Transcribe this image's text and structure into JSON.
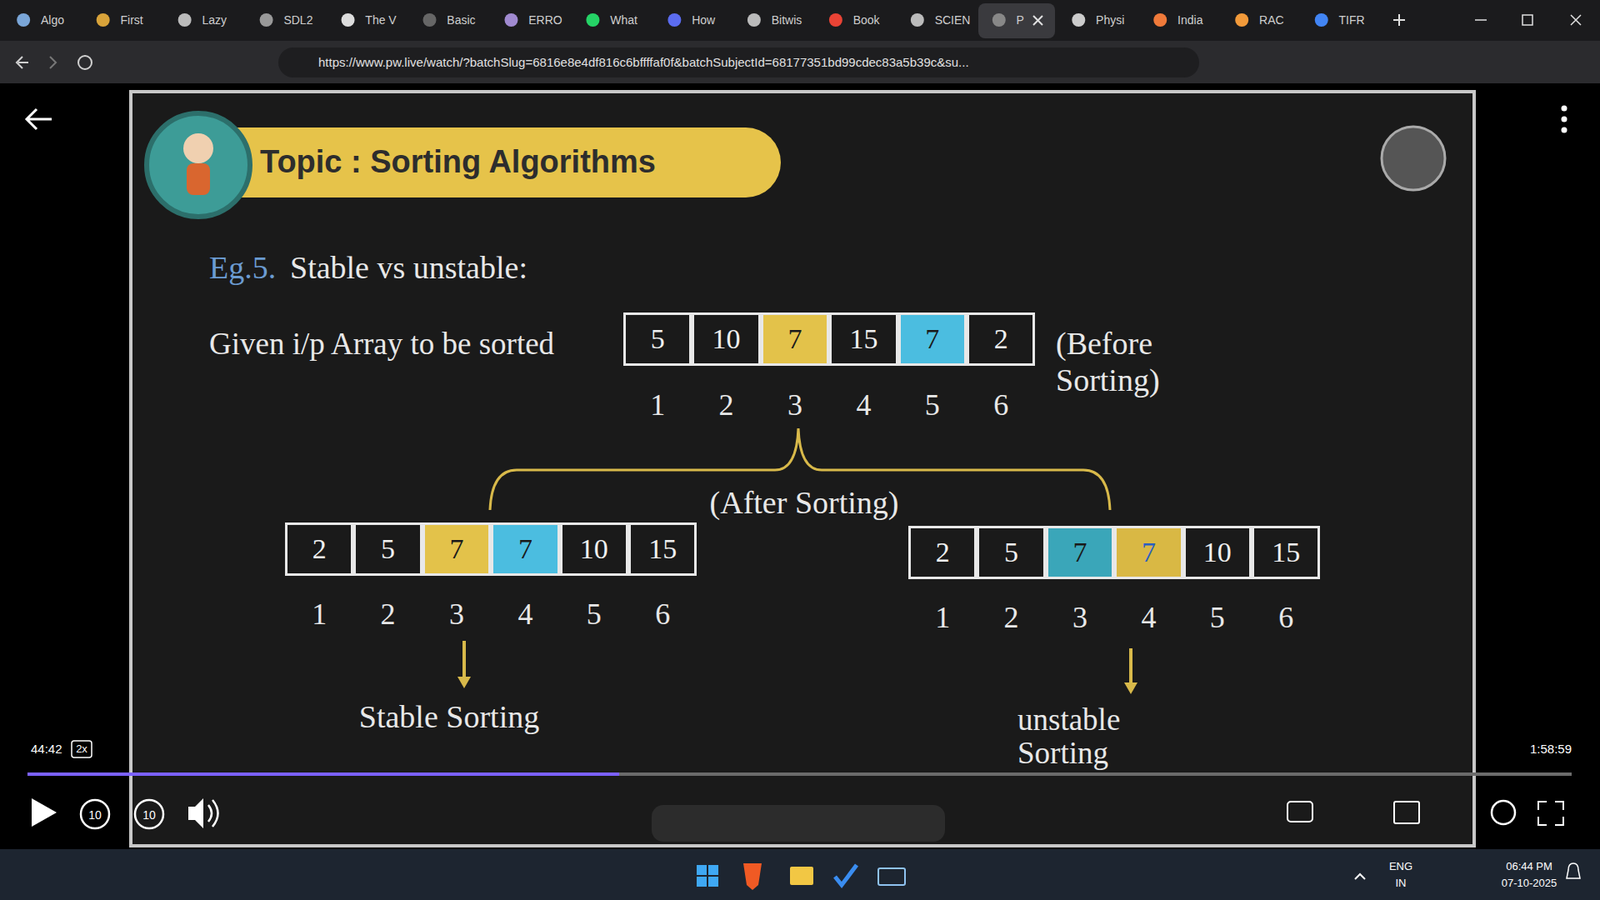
{
  "diagram": {
    "title": "Topic : Sorting Algorithms",
    "nodes": [
      {
        "text": [
          "5"
        ]
      },
      {
        "text": [
          "10"
        ]
      },
      {
        "text": [
          "7"
        ]
      },
      {
        "text": [
          "15"
        ]
      },
      {
        "text": [
          "7"
        ]
      },
      {
        "text": [
          "2"
        ]
      },
      {
        "text": [
          "2"
        ]
      },
      {
        "text": [
          "5"
        ]
      },
      {
        "text": [
          "7"
        ]
      },
      {
        "text": [
          "7"
        ]
      },
      {
        "text": [
          "10"
        ]
      },
      {
        "text": [
          "15"
        ]
      },
      {
        "text": [
          "2"
        ]
      },
      {
        "text": [
          "5"
        ]
      },
      {
        "text": [
          "7"
        ]
      },
      {
        "text": [
          "7"
        ]
      },
      {
        "text": [
          "10"
        ]
      },
      {
        "text": [
          "15"
        ]
      }
    ],
    "labels": [
      "Eg.5.",
      "Stable vs unstable:",
      "Given i/p Array to be sorted",
      "1",
      "2",
      "3",
      "4",
      "5",
      "6",
      "(Before Sorting)",
      "(After Sorting)",
      "1",
      "2",
      "3",
      "4",
      "5",
      "6",
      "Stable Sorting",
      "1",
      "2",
      "3",
      "4",
      "5",
      "6",
      "unstable Sorting",
      "Algo",
      "First",
      "Lazy",
      "SDL2",
      "The V",
      "Basic",
      "ERRO",
      "What",
      "How",
      "Bitwis",
      "Book",
      "SCIEN",
      "P",
      "Physi",
      "India",
      "RAC",
      "TIFR",
      "https://www.pw.live/watch/?batchSlug=6816e8e4df816c6bffffaf0f&batchSubjectId=68177351bd99cdec83a5b39c&su...",
      "44:42",
      "2x",
      "1:58:59",
      "10",
      "10",
      "ENG",
      "IN",
      "06:44 PM",
      "07-10-2025"
    ]
  }
}
